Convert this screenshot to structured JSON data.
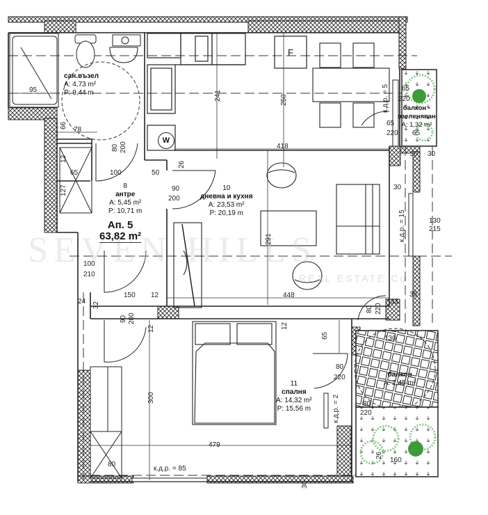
{
  "plan": {
    "apartment": {
      "title": "Ап. 5",
      "area": "63,82 m²"
    },
    "watermark": {
      "brand": "SEVEN HILLS",
      "sub": "REAL ESTATE Co"
    },
    "rooms": [
      {
        "id": "bathroom",
        "number": "",
        "name": "сан.възел",
        "area": "A: 4,73 m²",
        "perimeter": "P: 9,44 m"
      },
      {
        "id": "hall",
        "number": "8",
        "name": "антре",
        "area": "A: 5,45 m²",
        "perimeter": "P: 10,71 m"
      },
      {
        "id": "living",
        "number": "10",
        "name": "дневна и кухня",
        "area": "A: 23,53 m²",
        "perimeter": "P: 20,19 m"
      },
      {
        "id": "bedroom",
        "number": "11",
        "name": "спалня",
        "area": "A: 14,32 m²",
        "perimeter": "P: 15,56 m"
      },
      {
        "id": "green-balcony",
        "number": "",
        "name": "балкон - озеленяван",
        "name1": "балкон -",
        "name2": "озеленяван",
        "area": "A: 1,32 m²",
        "perimeter": ""
      },
      {
        "id": "balcony",
        "number": "",
        "name": "балкон",
        "area": "A: 2,45 m²",
        "perimeter": ""
      }
    ],
    "symbols": {
      "fridge": "F",
      "washer": "W"
    },
    "window_labels": {
      "kdp5": "к.д.р. = 5",
      "kdp15": "к.д.р. = 15",
      "kdp2": "к.д.р. = 2",
      "kdp85": "к.д.р. = 85"
    },
    "dimensions": {
      "d95": "95",
      "d66": "66",
      "d78": "78",
      "d80a": "80",
      "d200a": "200",
      "d12a": "12",
      "d65a": "65",
      "d100a": "100",
      "d50": "50",
      "d127": "127",
      "d26": "26",
      "d90a": "90",
      "d200b": "200",
      "d241": "241",
      "d250": "250",
      "d418": "418",
      "d291": "291",
      "d100b": "100",
      "d210": "210",
      "d24": "24",
      "d32": "32",
      "d150": "150",
      "d12b": "12",
      "d448": "448",
      "d90b": "90",
      "d200c": "200",
      "d12c": "12",
      "d300": "300",
      "d479": "479",
      "d80b": "80",
      "d30a": "30",
      "d12d": "12",
      "d65b": "65",
      "d80c": "80",
      "d220a": "220",
      "d30b": "30",
      "d30c": "30",
      "d30d": "30",
      "d130": "130",
      "d215": "215",
      "d33": "33",
      "d35": "35",
      "d80d": "80",
      "d220b": "220",
      "d65c": "65",
      "d220c": "220",
      "d65d": "65",
      "d220d": "220",
      "d65e": "65",
      "d130b": "130",
      "d80e": "80",
      "d220e": "220",
      "d160": "160",
      "d26b": "26"
    },
    "colors": {
      "wall": "#222222",
      "plant": "#3e9b3a",
      "plant_light": "#8bc98a"
    }
  }
}
